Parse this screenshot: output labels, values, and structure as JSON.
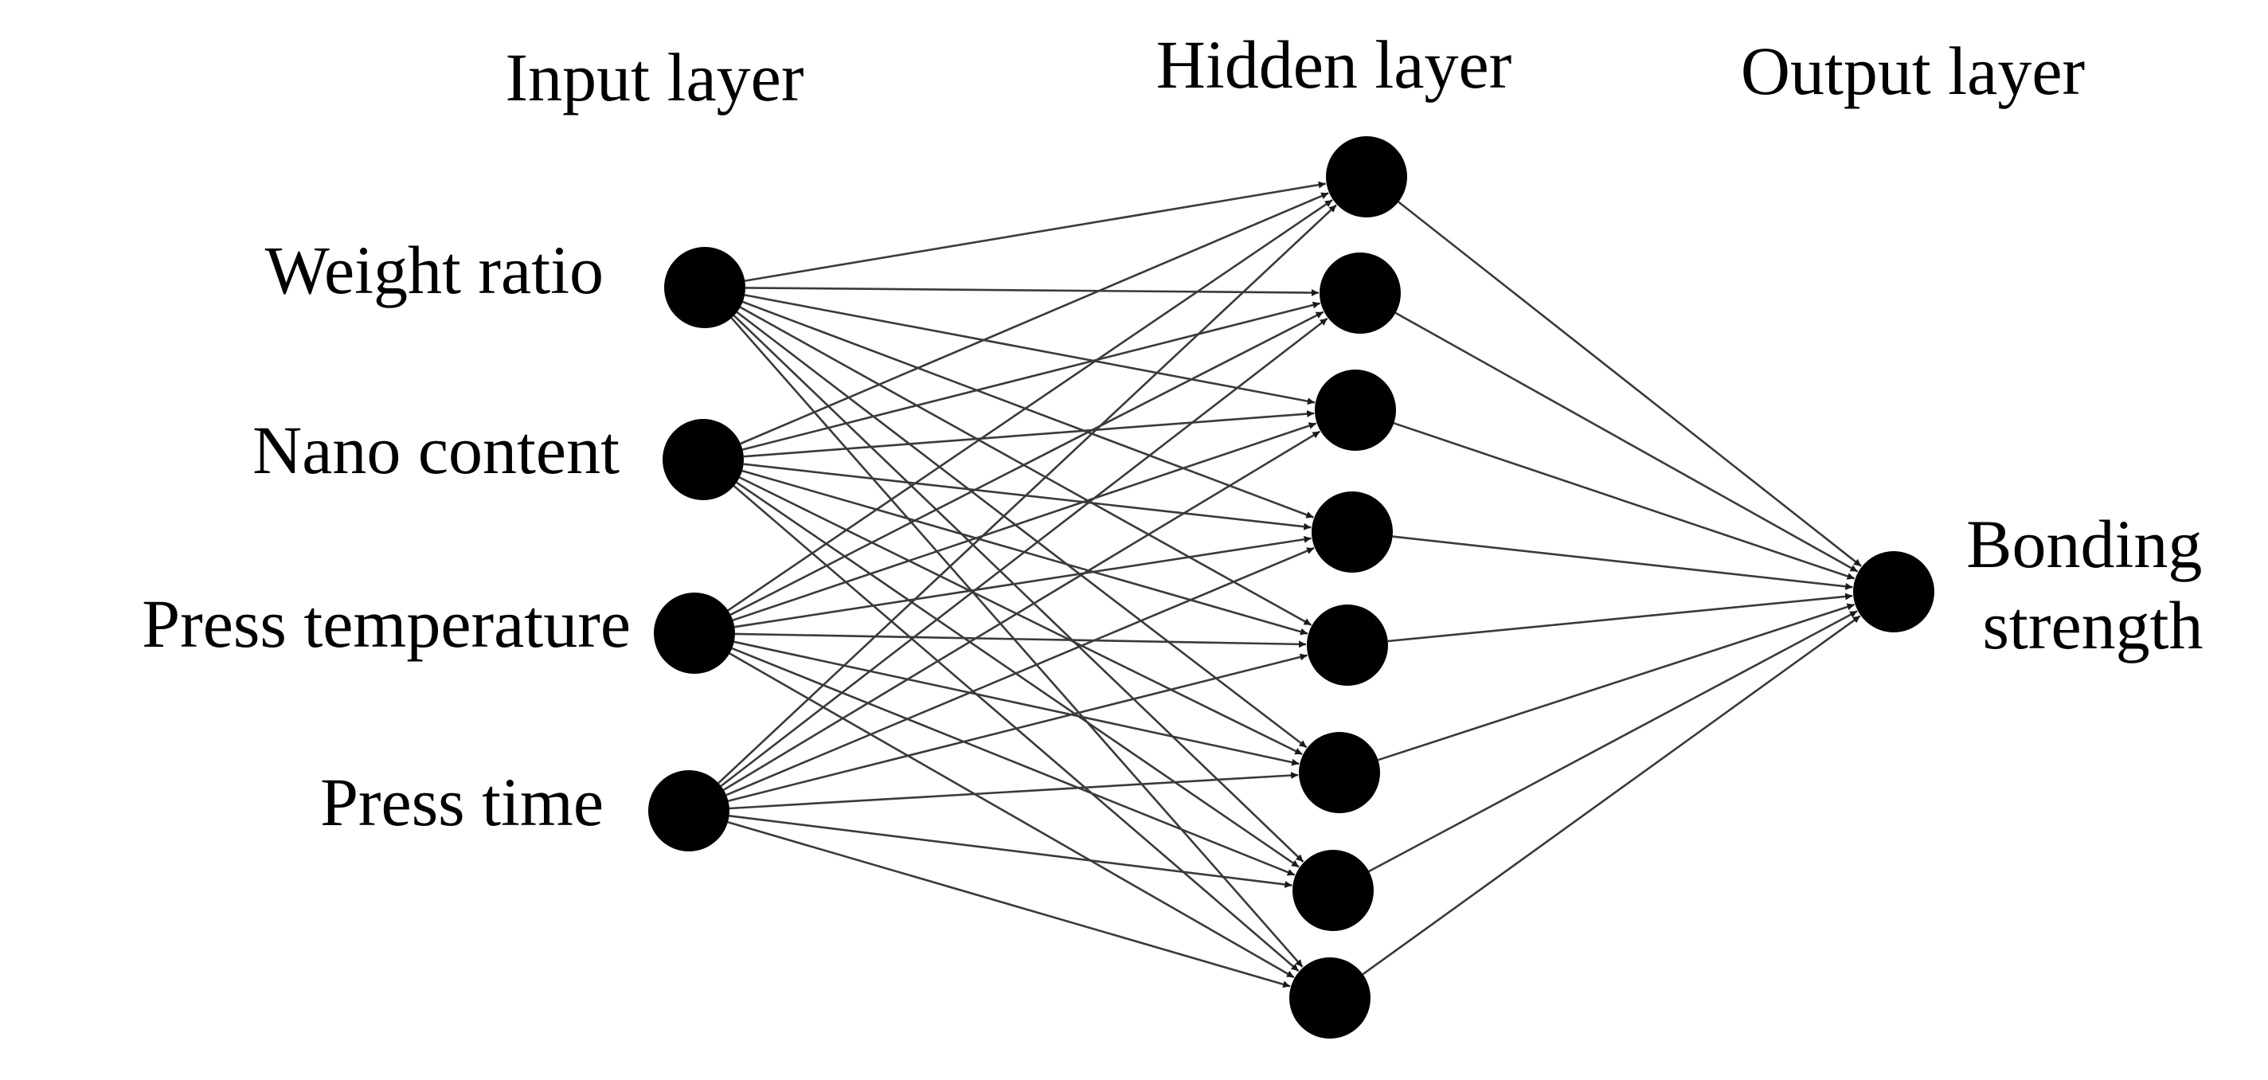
{
  "layers": {
    "input": {
      "title": "Input layer",
      "nodes": [
        "Weight ratio",
        "Nano content",
        "Press temperature",
        "Press time"
      ]
    },
    "hidden": {
      "title": "Hidden layer",
      "node_count": 8
    },
    "output": {
      "title": "Output layer",
      "label_lines": [
        "Bonding",
        "strength"
      ]
    }
  },
  "connectivity": "fully-connected",
  "colors": {
    "node": "#000000",
    "edge": "#3a3a3a",
    "background": "#ffffff"
  }
}
